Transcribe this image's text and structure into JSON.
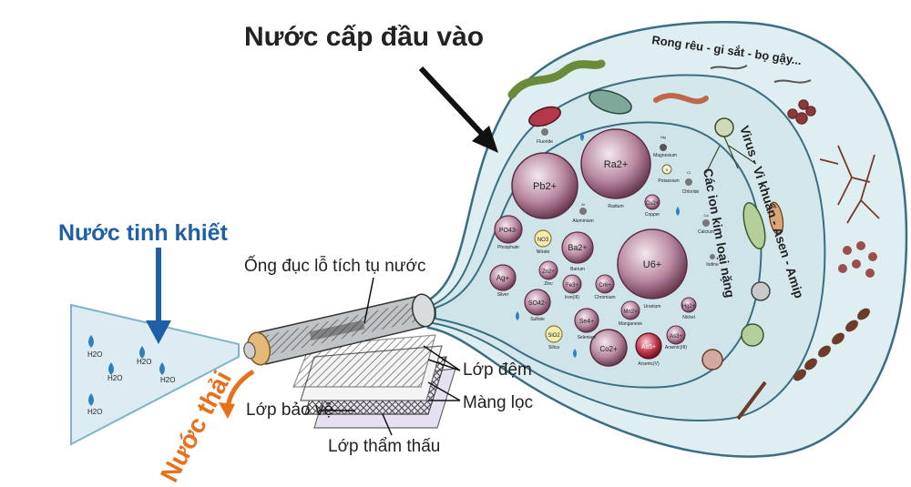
{
  "labels": {
    "input_water": "Nước cấp đầu vào",
    "pure_water": "Nước tinh khiết",
    "waste_water": "Nước thải",
    "perforated_tube": "Ống đục lỗ tích tụ nước",
    "spacer_layer": "Lớp đệm",
    "membrane": "Màng lọc",
    "protective_layer": "Lớp bảo vệ",
    "permeate_layer": "Lớp thẩm thấu",
    "zone_outer": "Rong rêu - gi sắt - bọ gậy...",
    "zone_middle": "Virus - Vi khuẩn - Asen - Amip",
    "zone_inner": "Các ion kim loại nặng"
  },
  "water_molecules": [
    "H2O",
    "H2O",
    "H2O",
    "H2O",
    "H2O"
  ],
  "ions": [
    {
      "label": "Pb2+",
      "caption": ""
    },
    {
      "label": "Ra2+",
      "caption": "Radium"
    },
    {
      "label": "U6+",
      "caption": "Uranium"
    },
    {
      "label": "Ba2+",
      "caption": "Barium"
    },
    {
      "label": "PO43-",
      "caption": "Phosphate"
    },
    {
      "label": "NO3",
      "caption": "Nitrate"
    },
    {
      "label": "Ag+",
      "caption": "Silver"
    },
    {
      "label": "Zn2+",
      "caption": "Zinc"
    },
    {
      "label": "Fe3+",
      "caption": "Iron(III)"
    },
    {
      "label": "Cr6+",
      "caption": "Chromium"
    },
    {
      "label": "SO42-",
      "caption": "Sulfate"
    },
    {
      "label": "Se4+",
      "caption": "Selenium"
    },
    {
      "label": "Mn2+",
      "caption": "Manganese"
    },
    {
      "label": "As3+",
      "caption": "Arsenic(III)"
    },
    {
      "label": "SiO2",
      "caption": "Silica"
    },
    {
      "label": "Co2+",
      "caption": ""
    },
    {
      "label": "As5+",
      "caption": "Arsenic(V)"
    },
    {
      "label": "Cu2+",
      "caption": "Copper"
    },
    {
      "label": "Hg2+",
      "caption": "Nickel"
    },
    {
      "label": "K",
      "caption": "Potassium"
    },
    {
      "label": "Mg",
      "caption": "Magnesium"
    },
    {
      "label": "Cl",
      "caption": "Chloride"
    },
    {
      "label": "Ca",
      "caption": "Calcium"
    },
    {
      "label": "Al",
      "caption": "Aluminium"
    },
    {
      "label": "Fl",
      "caption": "Fluoride"
    },
    {
      "label": "",
      "caption": "Iodine"
    }
  ],
  "colors": {
    "input_label": "#222222",
    "pure_label": "#1f5fa8",
    "waste_label": "#e8701a",
    "water_zone": "#dcecf0",
    "zone_outline": "#3a6e80",
    "ion_fill": "#c9a7b8",
    "ion_dark": "#8b1f3a"
  }
}
